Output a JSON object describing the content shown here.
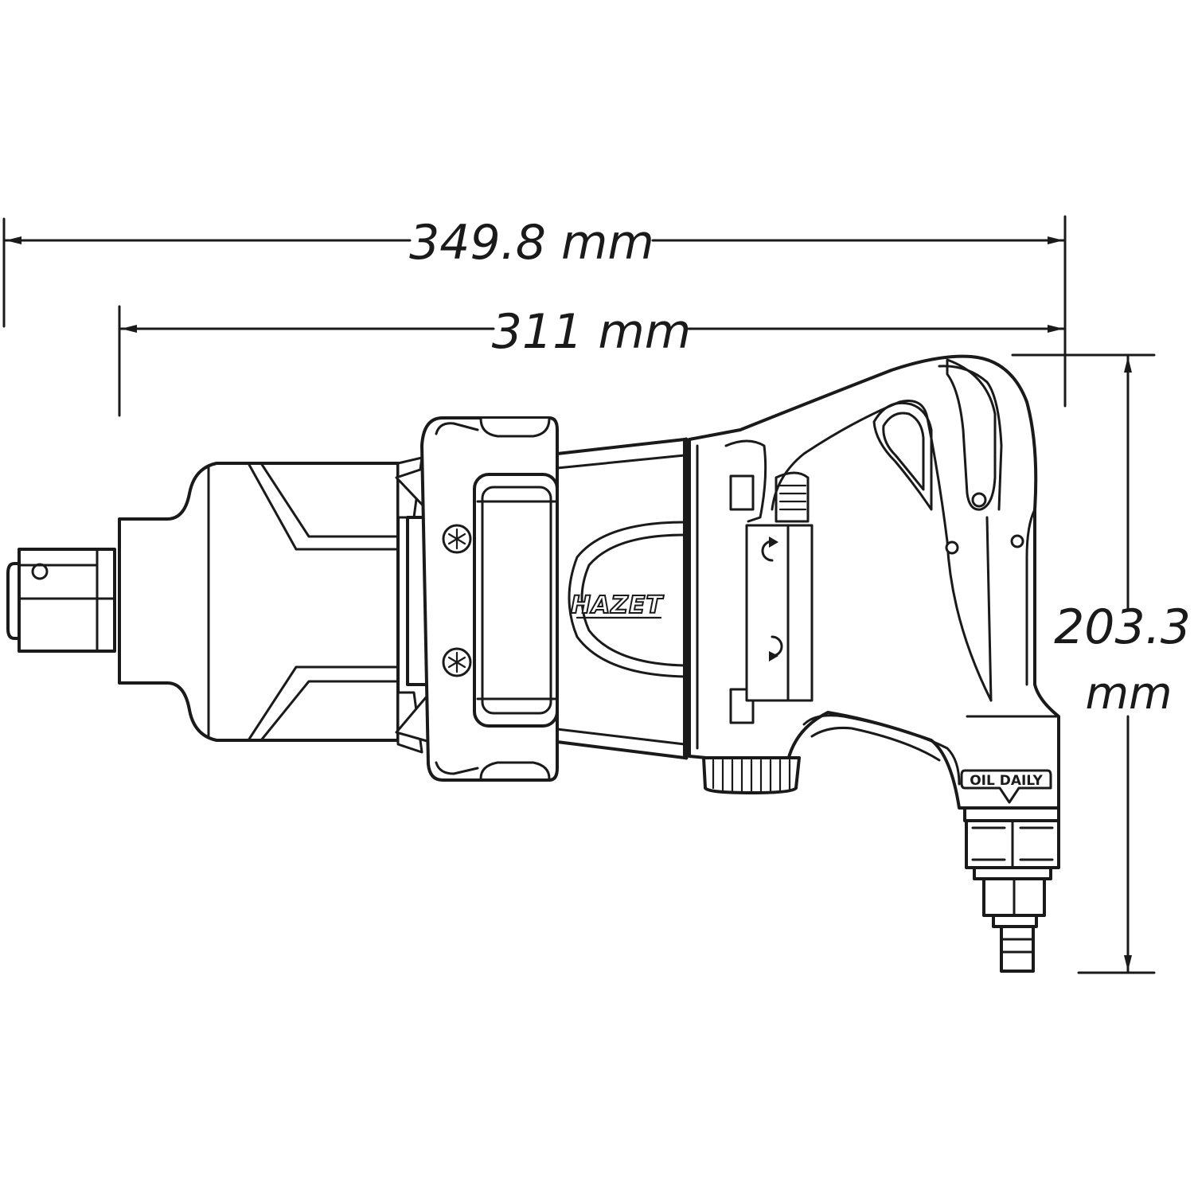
{
  "dimensions": {
    "overall_length": "349.8 mm",
    "body_length": "311 mm",
    "height_value": "203.3",
    "height_unit": "mm"
  },
  "tool": {
    "brand_logo": "HAZET",
    "oil_badge": "OIL DAILY"
  },
  "colors": {
    "line": "#1a1a1a",
    "background": "#ffffff"
  }
}
